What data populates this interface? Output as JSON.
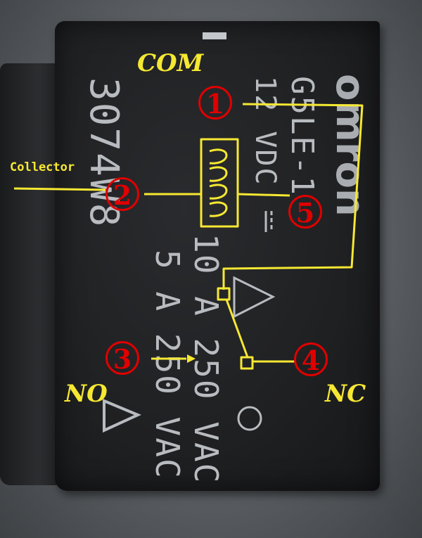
{
  "relay": {
    "brand": "omron",
    "model": "G5LE-1",
    "coil_voltage": "12 VDC",
    "rating_1": "10 A 250 VAC",
    "rating_2": "5 A 250 VAC",
    "lot_code": "3074W8"
  },
  "annotations": {
    "com": "COM",
    "no": "NO",
    "nc": "NC",
    "collector": "Collector",
    "pin_1": "1",
    "pin_2": "2",
    "pin_3": "3",
    "pin_4": "4",
    "pin_5": "5"
  },
  "colors": {
    "annotation_yellow": "#f6e832",
    "annotation_red": "#e00000",
    "relay_body": "#1f2022",
    "print_gray": "#b8bcc0"
  }
}
